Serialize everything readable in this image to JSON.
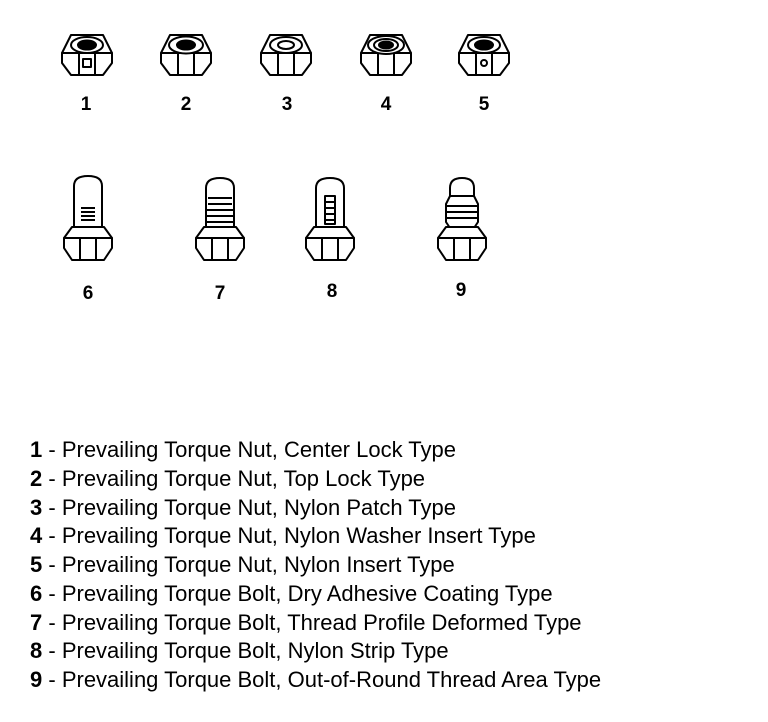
{
  "figures": [
    {
      "id": "1",
      "kind": "nut",
      "variant": "center-lock"
    },
    {
      "id": "2",
      "kind": "nut",
      "variant": "top-lock"
    },
    {
      "id": "3",
      "kind": "nut",
      "variant": "nylon-patch"
    },
    {
      "id": "4",
      "kind": "nut",
      "variant": "nylon-washer-insert"
    },
    {
      "id": "5",
      "kind": "nut",
      "variant": "nylon-insert"
    },
    {
      "id": "6",
      "kind": "bolt",
      "variant": "dry-adhesive-coating"
    },
    {
      "id": "7",
      "kind": "bolt",
      "variant": "thread-profile-deformed"
    },
    {
      "id": "8",
      "kind": "bolt",
      "variant": "nylon-strip"
    },
    {
      "id": "9",
      "kind": "bolt",
      "variant": "out-of-round-thread-area"
    }
  ],
  "legend": [
    {
      "key": "1",
      "sep": " - ",
      "text": "Prevailing Torque Nut, Center Lock Type"
    },
    {
      "key": "2",
      "sep": " - ",
      "text": "Prevailing Torque Nut, Top Lock Type"
    },
    {
      "key": "3",
      "sep": " - ",
      "text": "Prevailing Torque Nut, Nylon Patch Type"
    },
    {
      "key": "4",
      "sep": " - ",
      "text": "Prevailing Torque Nut, Nylon Washer Insert Type"
    },
    {
      "key": "5",
      "sep": " - ",
      "text": "Prevailing Torque Nut, Nylon Insert Type"
    },
    {
      "key": "6",
      "sep": " - ",
      "text": "Prevailing Torque Bolt, Dry Adhesive Coating Type"
    },
    {
      "key": "7",
      "sep": " - ",
      "text": "Prevailing Torque Bolt, Thread Profile Deformed Type"
    },
    {
      "key": "8",
      "sep": " - ",
      "text": "Prevailing Torque Bolt, Nylon Strip Type"
    },
    {
      "key": "9",
      "sep": " - ",
      "text": "Prevailing Torque Bolt, Out-of-Round Thread Area Type"
    }
  ]
}
